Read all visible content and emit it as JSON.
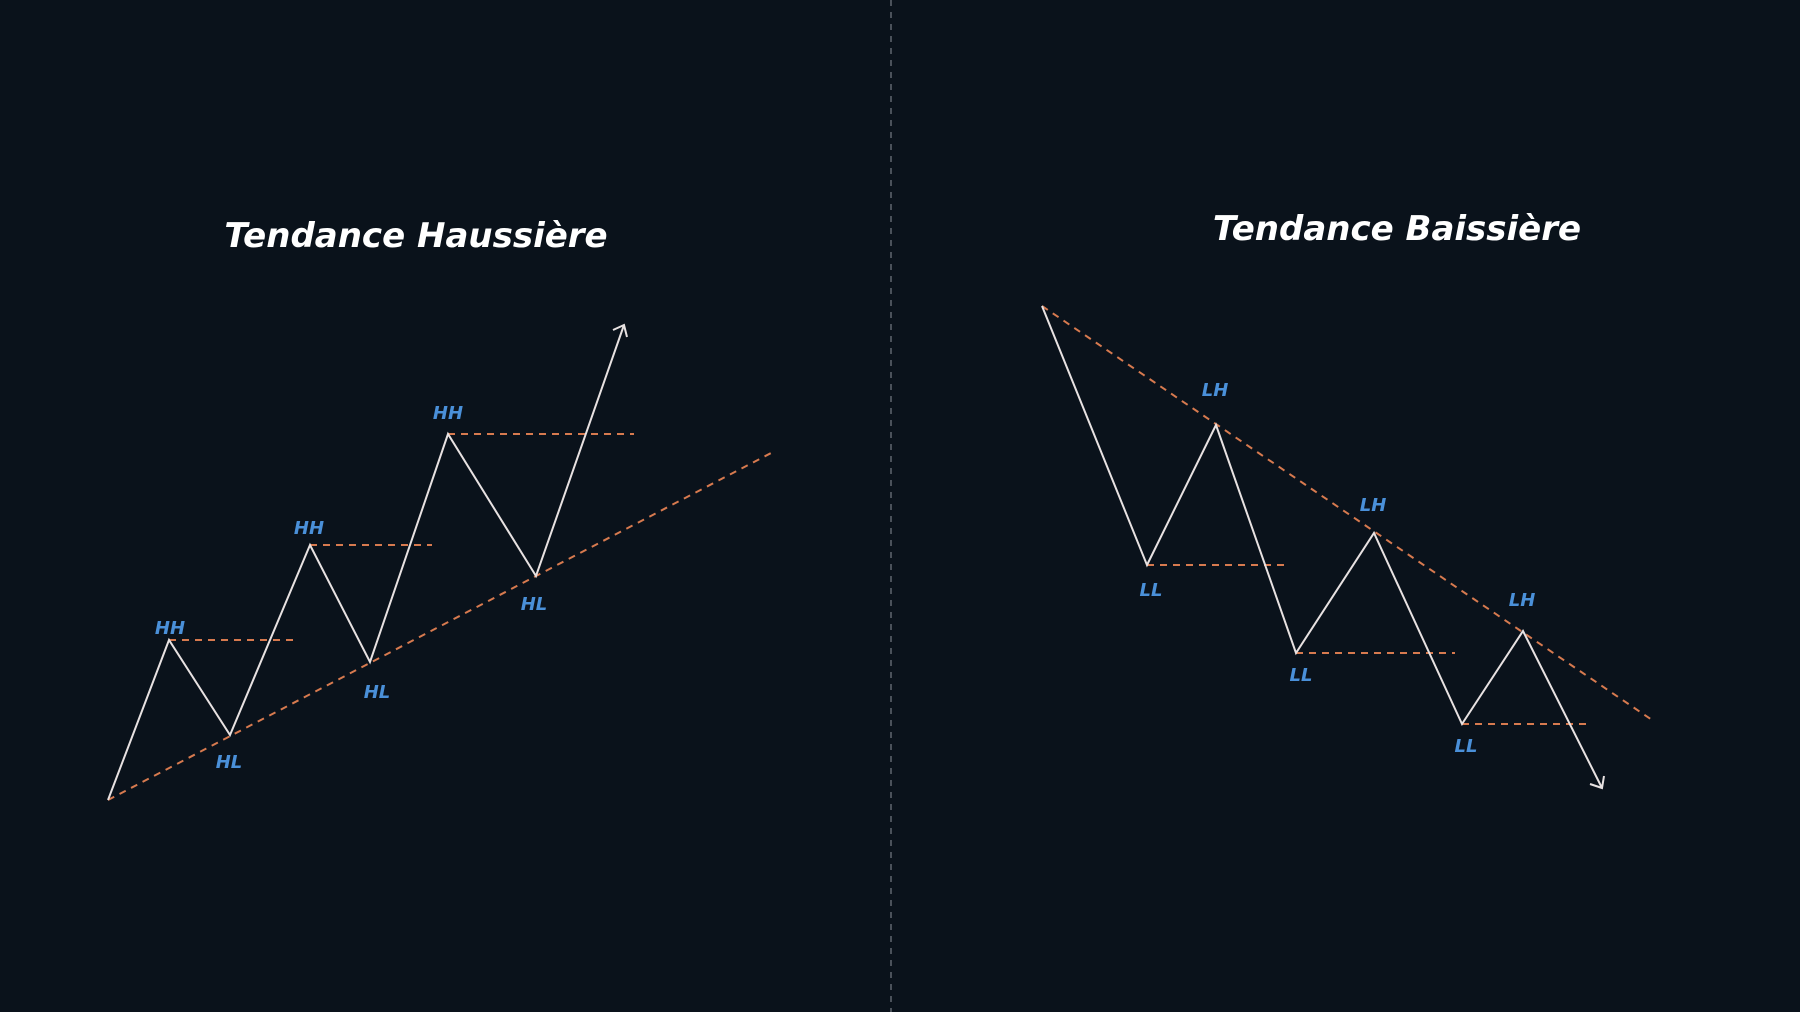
{
  "panels": {
    "uptrend": {
      "title": "Tendance Haussière",
      "labels": {
        "hh1": "HH",
        "hh2": "HH",
        "hh3": "HH",
        "hl1": "HL",
        "hl2": "HL",
        "hl3": "HL"
      }
    },
    "downtrend": {
      "title": "Tendance Baissière",
      "labels": {
        "lh1": "LH",
        "lh2": "LH",
        "lh3": "LH",
        "ll1": "LL",
        "ll2": "LL",
        "ll3": "LL"
      }
    }
  },
  "colors": {
    "background": "#0a121b",
    "price_line": "#e8e2e2",
    "trend_line": "#d77a4f",
    "swing_label": "#4a90d9",
    "divider": "#5f6670",
    "title": "#ffffff"
  }
}
